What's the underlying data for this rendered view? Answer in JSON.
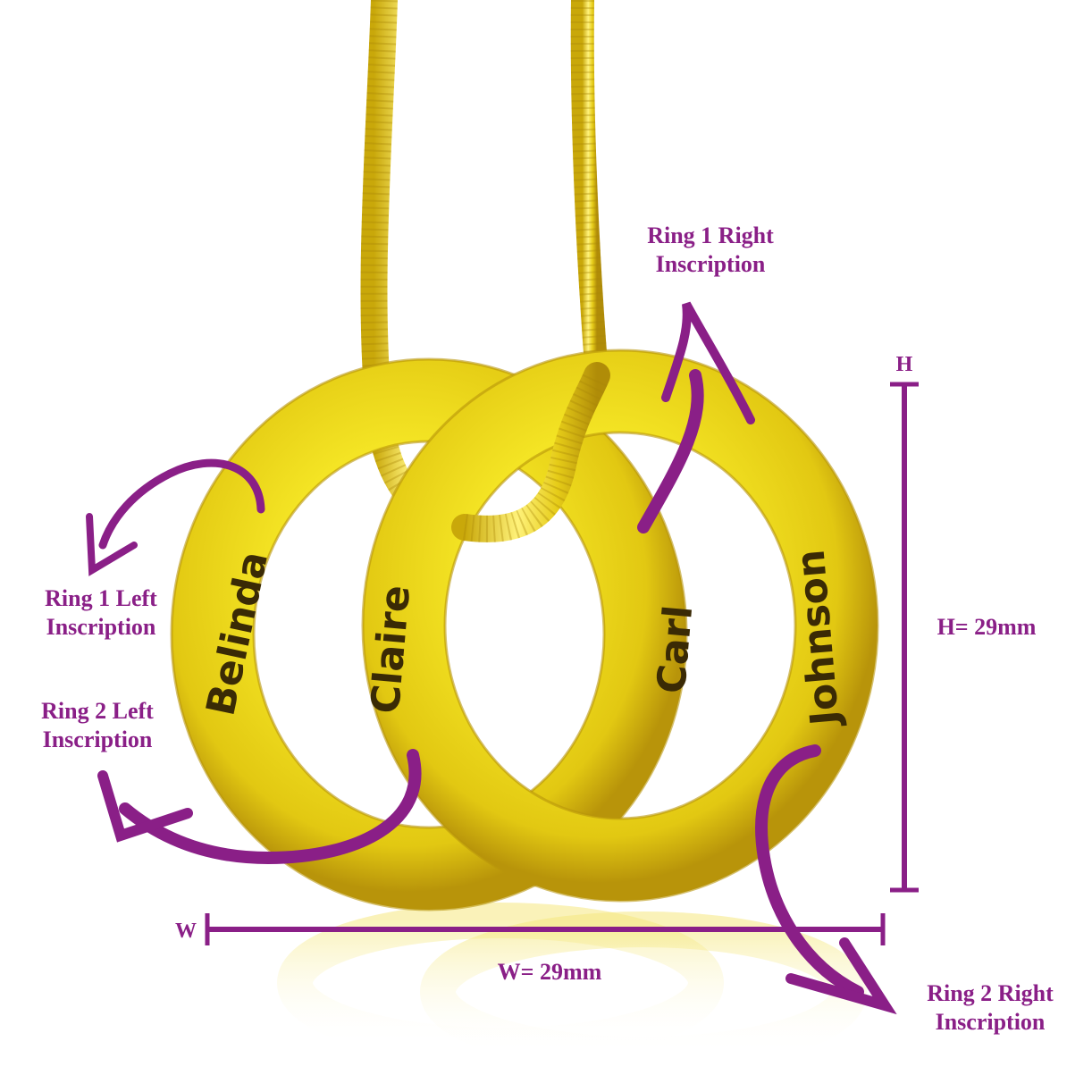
{
  "engravings": {
    "ring1_left": "Belinda",
    "ring2_left": "Claire",
    "ring1_right": "Carl",
    "ring2_right": "Johnson"
  },
  "labels": {
    "ring1_right": [
      "Ring 1 Right",
      "Inscription"
    ],
    "ring1_left": [
      "Ring 1 Left",
      "Inscription"
    ],
    "ring2_left": [
      "Ring 2 Left",
      "Inscription"
    ],
    "ring2_right": [
      "Ring 2 Right",
      "Inscription"
    ]
  },
  "dimensions": {
    "h_marker": "H",
    "h_value": "H= 29mm",
    "w_marker": "W",
    "w_value": "W= 29mm"
  },
  "colors": {
    "accent": "#8a1f87",
    "gold": "#f2e21a",
    "gold_dark": "#c9a80a",
    "engraving": "#3a2a05"
  }
}
